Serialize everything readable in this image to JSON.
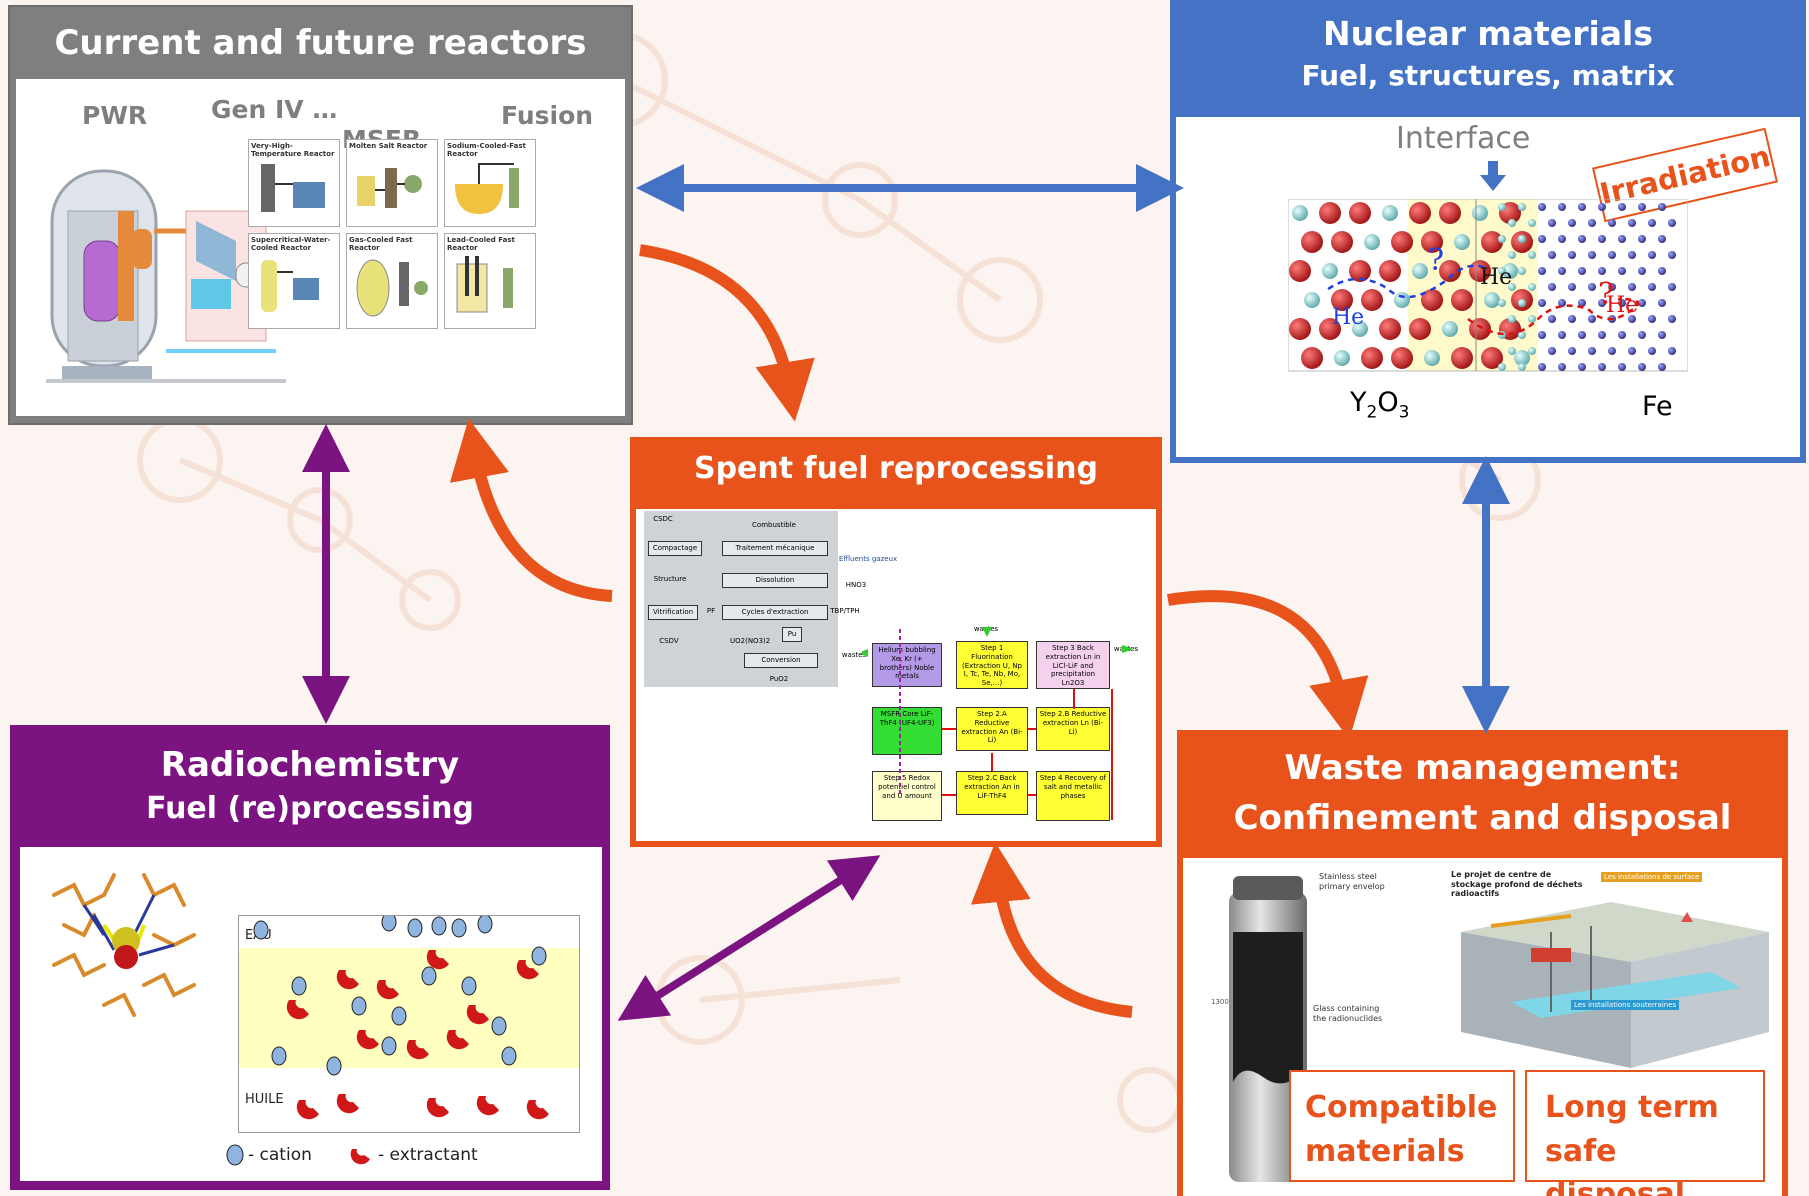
{
  "reactors": {
    "title": "Current and future reactors",
    "labels": {
      "pwr": "PWR",
      "gen4": "Gen IV …",
      "msfr": "MSFR",
      "fusion": "Fusion"
    },
    "gen4_panels": [
      "Very-High-Temperature Reactor",
      "Molten Salt Reactor",
      "Sodium-Cooled-Fast Reactor",
      "Supercritical-Water-Cooled Reactor",
      "Gas-Cooled Fast Reactor",
      "Lead-Cooled Fast Reactor"
    ]
  },
  "materials": {
    "title_line1": "Nuclear materials",
    "title_line2": "Fuel, structures, matrix",
    "interface_label": "Interface",
    "irradiation": "Irradiation",
    "he_label": "He",
    "y2o3_main": "Y",
    "y2o3_sub1": "2",
    "y2o3_mid": "O",
    "y2o3_sub2": "3",
    "fe_label": "Fe",
    "question_mark": "?"
  },
  "reprocessing": {
    "title": "Spent fuel reprocessing",
    "flow_left": {
      "csdc": "CSDC",
      "combustible": "Combustible",
      "compactage": "Compactage",
      "traitement": "Traitement mécanique",
      "structure": "Structure",
      "dissolution": "Dissolution",
      "effluents": "Effluents gazeux",
      "hno3": "HNO3",
      "vitrification": "Vitrification",
      "pf": "PF",
      "cycles": "Cycles d'extraction",
      "tbp": "TBP/TPH",
      "csdv": "CSDV",
      "uo2no3": "UO2(NO3)2",
      "pu": "Pu",
      "conversion": "Conversion",
      "puo2": "PuO2"
    },
    "flow_right": {
      "wastes": "wastes",
      "helium": "Helium bubbling Xe, Kr (+ brothers) Noble metals",
      "step1": "Step 1 Fluorination (Extraction U, Np I, Tc, Te, Nb, Mo, Se,...)",
      "step3": "Step 3 Back extraction Ln in LiCl-LiF and precipitation Ln2O3",
      "msfr_core": "MSFR Core LiF-ThF4 (UF4-UF3)",
      "step2a": "Step 2.A Reductive extraction An (Bi-Li)",
      "step2b": "Step 2.B Reductive extraction Ln (Bi-Li)",
      "step5": "Step 5 Redox potentiel control and U amount",
      "step2c": "Step 2.C Back extraction An in LiF-ThF4",
      "step4": "Step 4 Recovery of salt and metallic phases"
    }
  },
  "radiochem": {
    "title_line1": "Radiochemistry",
    "title_line2": "Fuel (re)processing",
    "eau": "EAU",
    "huile": "HUILE",
    "legend_cation": "- cation",
    "legend_extractant": "- extractant"
  },
  "waste": {
    "title_line1": "Waste management:",
    "title_line2": "Confinement and disposal",
    "canister_top": "Stainless steel primary envelop",
    "canister_glass": "Glass containing the radionuclides",
    "canister_dim": "1300",
    "map_title": "Le projet de centre de stockage profond de déchets radioactifs",
    "map_surface": "Les installations de surface",
    "map_underground": "Les installations souterraines",
    "callout1_line1": "Compatible",
    "callout1_line2": "materials",
    "callout2_line1": "Long term",
    "callout2_line2": "safe disposal"
  },
  "colors": {
    "gray": "#7f7f7f",
    "blue": "#4472c4",
    "orange": "#e8531c",
    "purple": "#7b1380"
  }
}
